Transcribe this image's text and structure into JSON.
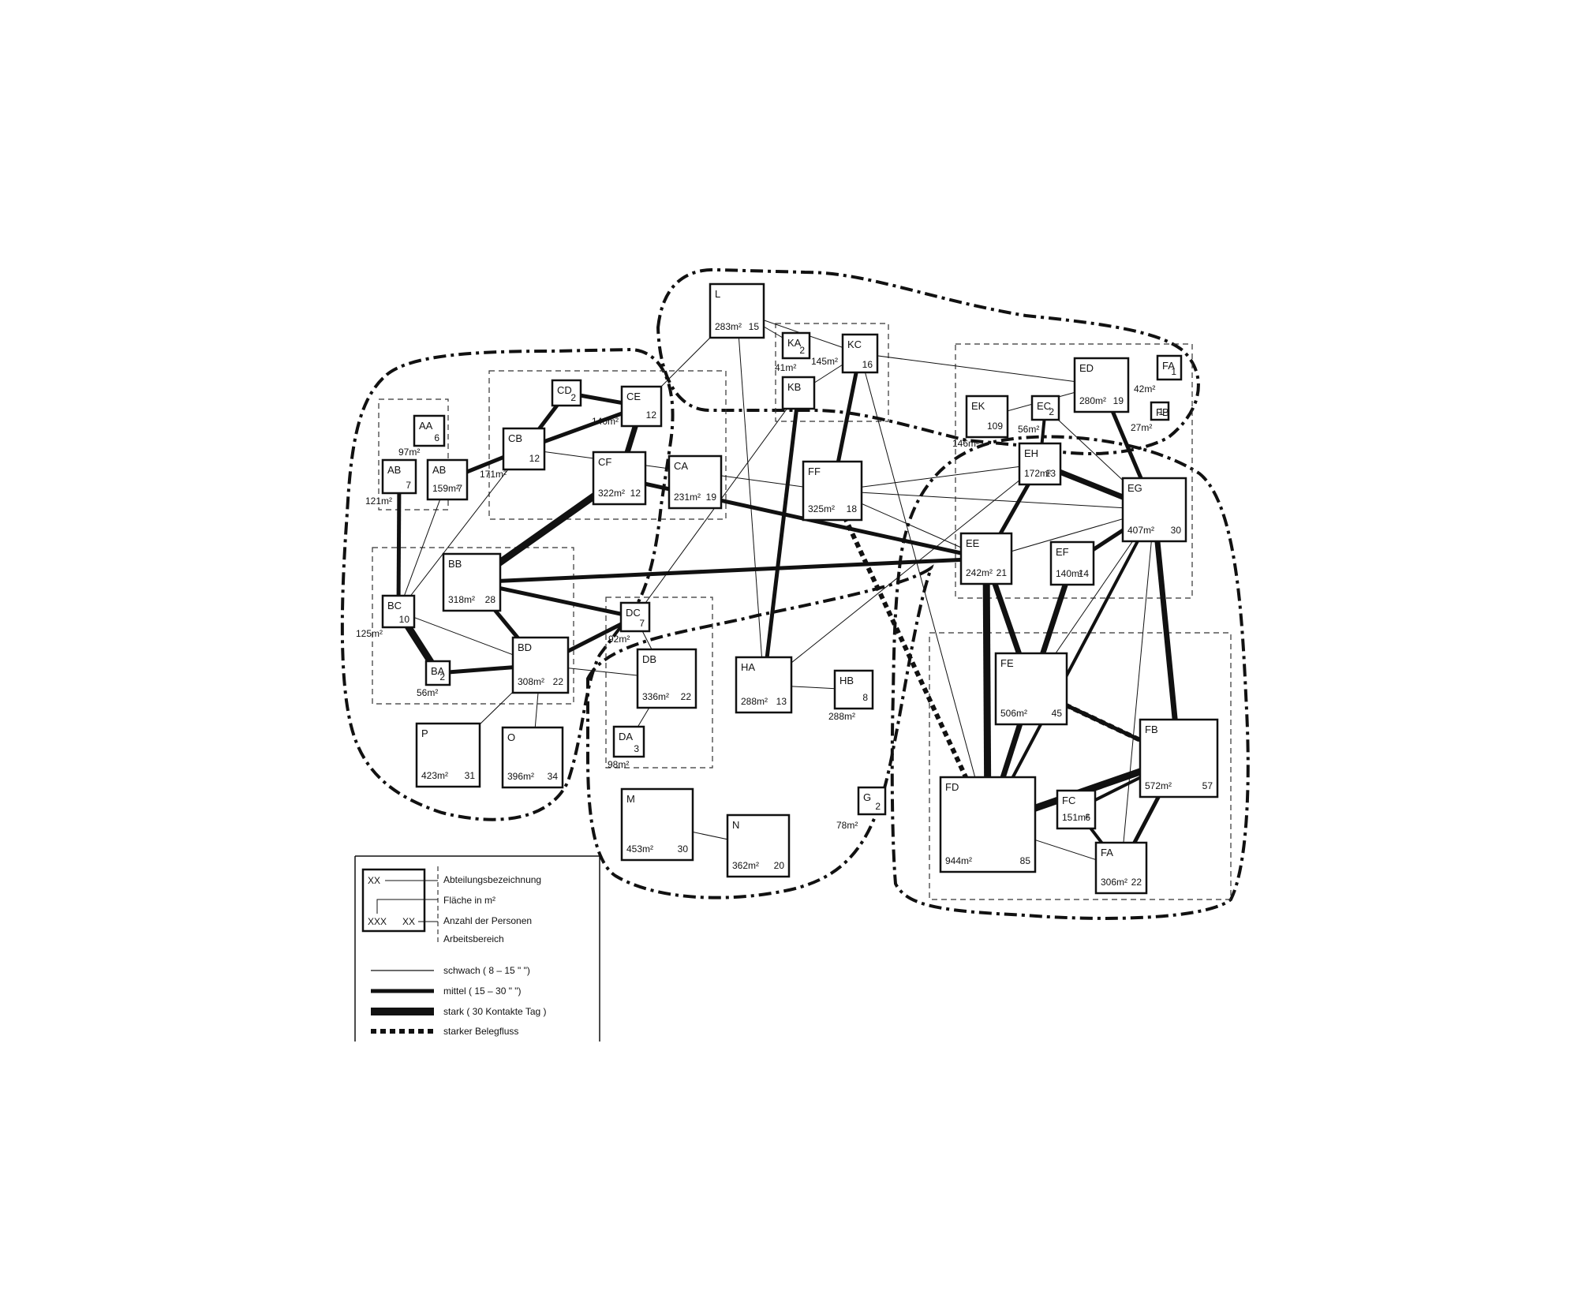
{
  "nodes": [
    {
      "id": "L",
      "area": "283m²",
      "persons": "15"
    },
    {
      "id": "KA",
      "area": "41m²",
      "persons": "2"
    },
    {
      "id": "KB",
      "area": "",
      "persons": ""
    },
    {
      "id": "KC",
      "area": "145m²",
      "persons": "16"
    },
    {
      "id": "AA",
      "area": "97m²",
      "persons": "6"
    },
    {
      "id": "AB",
      "area": "121m²",
      "persons": "7",
      "key": "AB1"
    },
    {
      "id": "AB",
      "area": "159m²",
      "persons": "7",
      "key": "AB2"
    },
    {
      "id": "CB",
      "area": "171m²",
      "persons": "12"
    },
    {
      "id": "CD",
      "area": "",
      "persons": "2"
    },
    {
      "id": "CE",
      "area": "140m²",
      "persons": "12"
    },
    {
      "id": "CF",
      "area": "322m²",
      "persons": "12"
    },
    {
      "id": "CA",
      "area": "231m²",
      "persons": "19"
    },
    {
      "id": "BB",
      "area": "318m²",
      "persons": "28"
    },
    {
      "id": "BC",
      "area": "125m²",
      "persons": "10"
    },
    {
      "id": "BA",
      "area": "56m²",
      "persons": "2"
    },
    {
      "id": "BD",
      "area": "308m²",
      "persons": "22"
    },
    {
      "id": "P",
      "area": "423m²",
      "persons": "31"
    },
    {
      "id": "O",
      "area": "396m²",
      "persons": "34"
    },
    {
      "id": "DC",
      "area": "92m²",
      "persons": "7"
    },
    {
      "id": "DB",
      "area": "336m²",
      "persons": "22"
    },
    {
      "id": "DA",
      "area": "98m²",
      "persons": "3"
    },
    {
      "id": "M",
      "area": "453m²",
      "persons": "30"
    },
    {
      "id": "N",
      "area": "362m²",
      "persons": "20"
    },
    {
      "id": "HA",
      "area": "288m²",
      "persons": "13"
    },
    {
      "id": "HB",
      "area": "288m²",
      "persons": "8"
    },
    {
      "id": "G",
      "area": "78m²",
      "persons": "2"
    },
    {
      "id": "FF",
      "area": "325m²",
      "persons": "18"
    },
    {
      "id": "EK",
      "area": "146m²",
      "persons": "109"
    },
    {
      "id": "EC",
      "area": "56m²",
      "persons": "2"
    },
    {
      "id": "ED",
      "area": "280m²",
      "persons": "19"
    },
    {
      "id": "FA",
      "area": "42m²",
      "persons": "1",
      "key": "FA1"
    },
    {
      "id": "FB",
      "area": "27m²",
      "persons": "1",
      "key": "FB1"
    },
    {
      "id": "EH",
      "area": "172m²",
      "persons": "13"
    },
    {
      "id": "EG",
      "area": "407m²",
      "persons": "30"
    },
    {
      "id": "EE",
      "area": "242m²",
      "persons": "21"
    },
    {
      "id": "EF",
      "area": "140m²",
      "persons": "14"
    },
    {
      "id": "FE",
      "area": "506m²",
      "persons": "45"
    },
    {
      "id": "FB",
      "area": "572m²",
      "persons": "57",
      "key": "FB2"
    },
    {
      "id": "FD",
      "area": "944m²",
      "persons": "85"
    },
    {
      "id": "FC",
      "area": "151m²",
      "persons": "6"
    },
    {
      "id": "FA",
      "area": "306m²",
      "persons": "22",
      "key": "FA2"
    }
  ],
  "legend": {
    "sample_code": "XX",
    "sample_area": "XXX",
    "sample_persons": "XX",
    "department": "Abteilungsbezeichnung",
    "area": "Fläche in m²",
    "persons": "Anzahl der Personen",
    "workarea": "Arbeitsbereich",
    "weak": "schwach ( 8 – 15    \"      \")",
    "medium": "mittel ( 15 – 30      \"      \")",
    "strong": "stark ( 30   Kontakte   Tag )",
    "flow": "starker Belegfluss"
  },
  "colors": {
    "ink": "#111111",
    "background": "#ffffff"
  }
}
